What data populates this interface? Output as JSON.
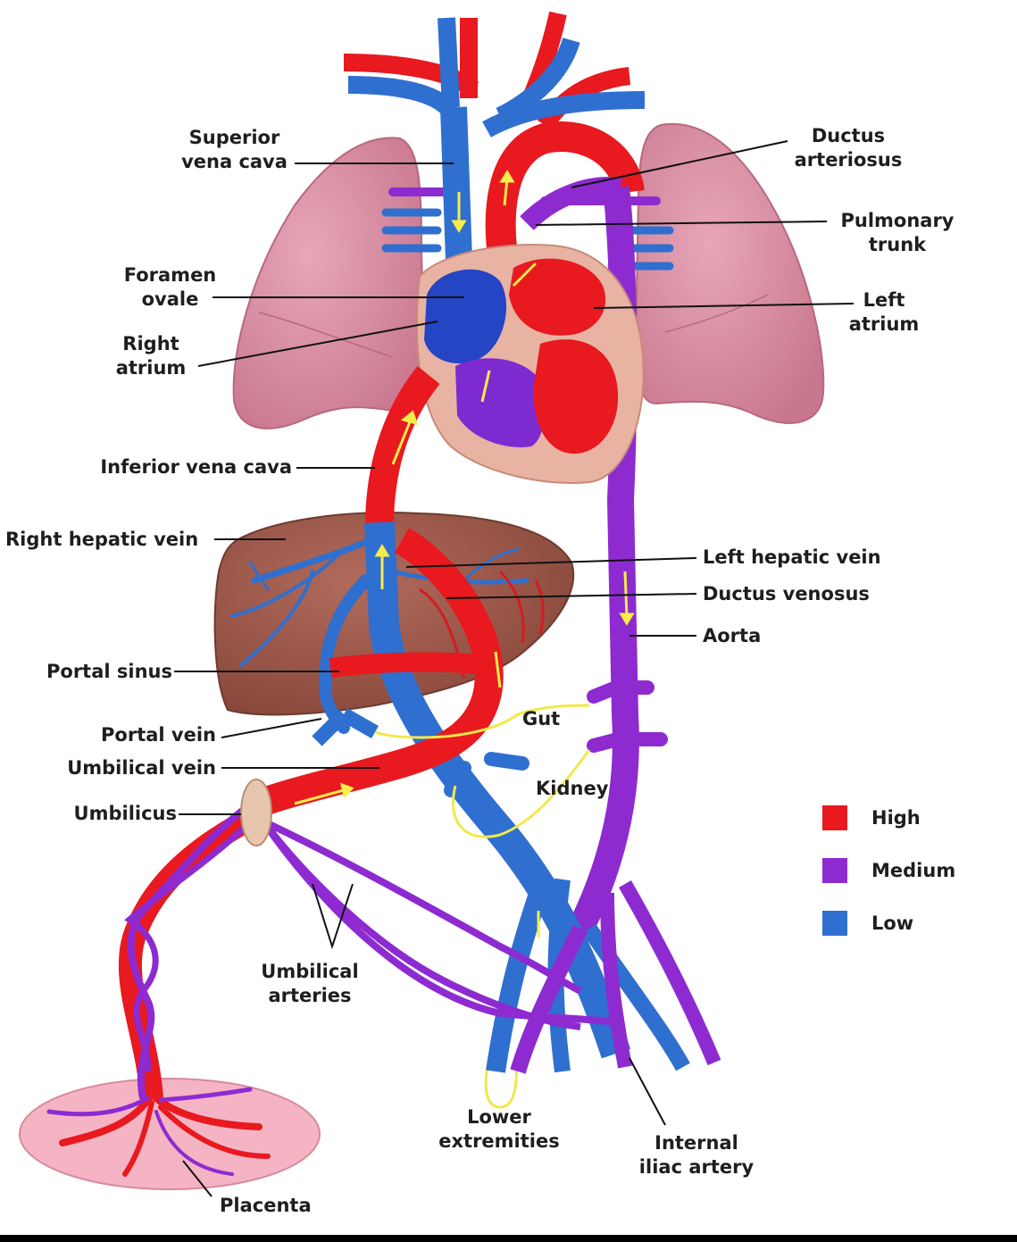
{
  "labels": {
    "superior_vena_cava": "Superior\nvena cava",
    "foramen_ovale": "Foramen\novale",
    "right_atrium": "Right\natrium",
    "inferior_vena_cava": "Inferior vena cava",
    "right_hepatic_vein": "Right hepatic vein",
    "portal_sinus": "Portal sinus",
    "portal_vein": "Portal vein",
    "umbilical_vein": "Umbilical vein",
    "umbilicus": "Umbilicus",
    "umbilical_arteries": "Umbilical\narteries",
    "placenta": "Placenta",
    "ductus_arteriosus": "Ductus\narteriosus",
    "pulmonary_trunk": "Pulmonary\ntrunk",
    "left_atrium": "Left\natrium",
    "left_hepatic_vein": "Left hepatic vein",
    "ductus_venosus": "Ductus venosus",
    "aorta": "Aorta",
    "gut": "Gut",
    "kidney": "Kidney",
    "lower_extremities": "Lower\nextremities",
    "internal_iliac_artery": "Internal\niliac artery"
  },
  "legend": {
    "items": [
      {
        "label": "High",
        "color": "#e8191f"
      },
      {
        "label": "Medium",
        "color": "#8d2bd1"
      },
      {
        "label": "Low",
        "color": "#2f6fcf"
      }
    ]
  },
  "colors": {
    "high": "#e8191f",
    "medium": "#8d2bd1",
    "low": "#2f6fcf",
    "lung": "#d98ea4",
    "liver": "#9c5a4e",
    "heart_wall": "#e8b3a3",
    "placenta": "#f4b4c4",
    "flow_arrow": "#f6ec4a"
  }
}
